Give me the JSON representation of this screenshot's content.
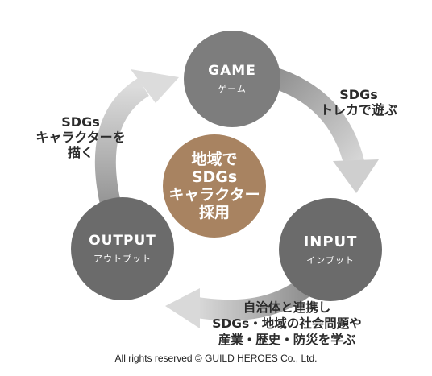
{
  "center": {
    "lines": [
      "地域で",
      "SDGs",
      "キャラクター",
      "採用"
    ]
  },
  "nodes": {
    "game": {
      "title": "GAME",
      "subtitle": "ゲーム"
    },
    "input": {
      "title": "INPUT",
      "subtitle": "インプット"
    },
    "output": {
      "title": "OUTPUT",
      "subtitle": "アウトプット"
    }
  },
  "labels": {
    "game_to_input": [
      "SDGs",
      "トレカで遊ぶ"
    ],
    "output_to_game": [
      "SDGs",
      "キャラクターを",
      "描く"
    ],
    "input_to_output": [
      "自治体と連携し",
      "SDGs・地域の社会問題や",
      "産業・歴史・防災を学ぶ"
    ]
  },
  "footer": {
    "copyright": "All rights reserved © GUILD HEROES Co., Ltd."
  },
  "colors": {
    "node": "#6b6b6b",
    "center": "#a88361",
    "arrow": "#b4b4b4"
  }
}
